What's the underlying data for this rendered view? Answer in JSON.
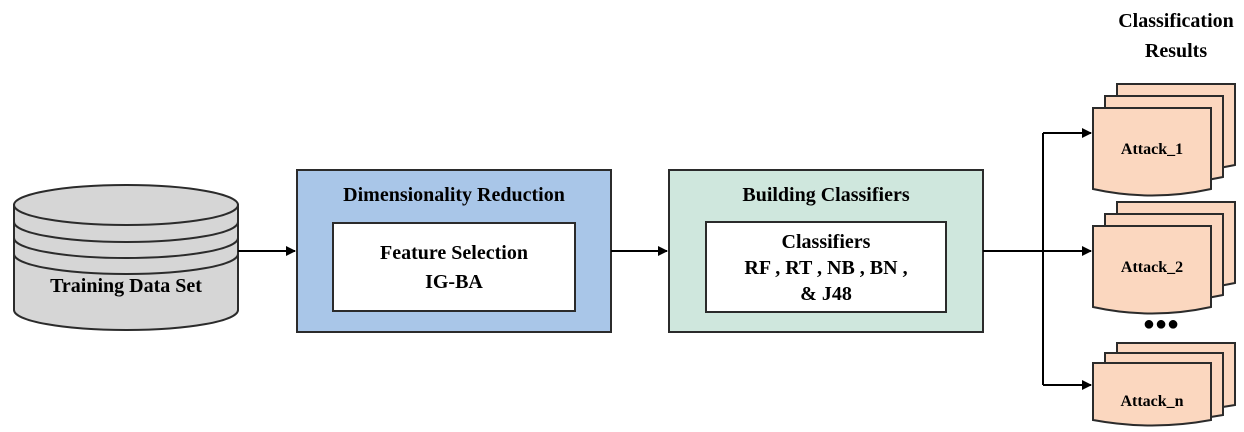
{
  "results_heading": {
    "line1": "Classification",
    "line2": "Results"
  },
  "data_source": {
    "label": "Training Data Set"
  },
  "dimensionality_block": {
    "title": "Dimensionality Reduction",
    "inner_line1": "Feature Selection",
    "inner_line2": "IG-BA"
  },
  "classifier_block": {
    "title": "Building Classifiers",
    "inner_line1": "Classifiers",
    "inner_line2": "RF , RT , NB , BN ,",
    "inner_line3": "& J48"
  },
  "results": [
    {
      "label": "Attack_1"
    },
    {
      "label": "Attack_2"
    },
    {
      "label": "Attack_n"
    }
  ],
  "ellipsis": "●●●",
  "colors": {
    "dimensionality_fill": "#a9c6e8",
    "classifier_fill": "#cfe7dd",
    "cylinder_fill": "#d6d6d6",
    "document_fill": "#fbd7bf",
    "border": "#2b2b2b"
  }
}
